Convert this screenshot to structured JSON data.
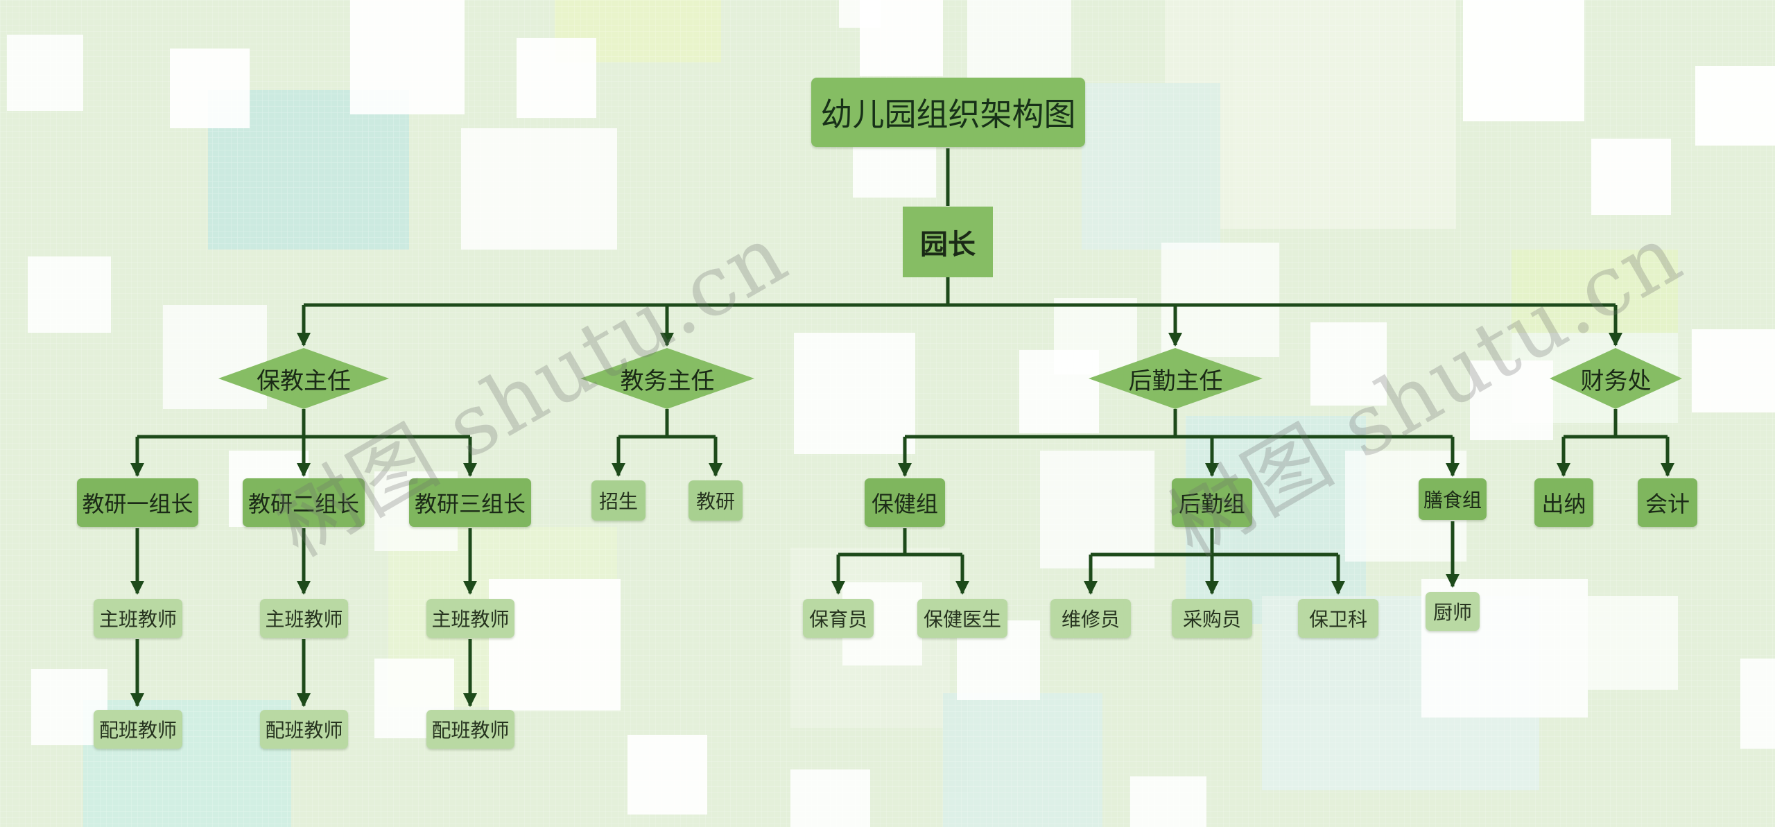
{
  "title": "幼儿园组织架构图",
  "root": "园长",
  "departments": [
    {
      "label": "保教主任"
    },
    {
      "label": "教务主任"
    },
    {
      "label": "后勤主任"
    },
    {
      "label": "财务处"
    }
  ],
  "baojiao": {
    "groups": [
      {
        "label": "教研一组长",
        "teacher": "主班教师",
        "assistant": "配班教师"
      },
      {
        "label": "教研二组长",
        "teacher": "主班教师",
        "assistant": "配班教师"
      },
      {
        "label": "教研三组长",
        "teacher": "主班教师",
        "assistant": "配班教师"
      }
    ]
  },
  "jiaowu": {
    "items": [
      "招生",
      "教研"
    ]
  },
  "houqin": {
    "groups": [
      {
        "label": "保健组",
        "items": [
          "保育员",
          "保健医生"
        ]
      },
      {
        "label": "后勤组",
        "items": [
          "维修员",
          "采购员",
          "保卫科"
        ]
      },
      {
        "label": "膳食组",
        "items": [
          "厨师"
        ]
      }
    ]
  },
  "caiwu": {
    "items": [
      "出纳",
      "会计"
    ]
  },
  "watermark": "树图 shutu.cn",
  "colors": {
    "line": "#1d4a1a",
    "node_dark": "#7fb65e",
    "node_light": "#b9d9a3",
    "bg": "#e6f1dc"
  }
}
